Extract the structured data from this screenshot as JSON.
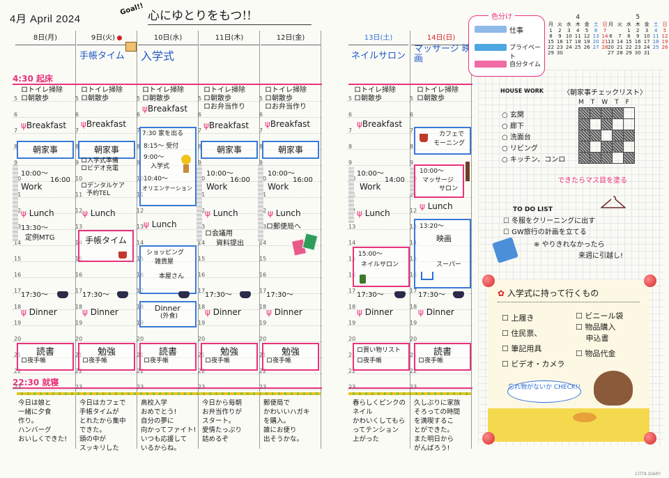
{
  "header": {
    "month": "4月 April 2024",
    "goal_tag": "Goal!!",
    "goal": "心にゆとりをもつ!!"
  },
  "days": [
    {
      "label": "8日(月)",
      "event": "",
      "cls": ""
    },
    {
      "label": "9日(火)",
      "event": "手帳タイム",
      "cls": ""
    },
    {
      "label": "10日(水)",
      "event": "入学式",
      "cls": ""
    },
    {
      "label": "11日(木)",
      "event": "",
      "cls": ""
    },
    {
      "label": "12日(金)",
      "event": "",
      "cls": ""
    },
    {
      "label": "13日(土)",
      "event": "ネイルサロン",
      "cls": "sat"
    },
    {
      "label": "14日(日)",
      "event": "マッサージ 映画",
      "cls": "sun"
    }
  ],
  "wake": "4:30 起床",
  "bed": "22:30 就寝",
  "hours": [
    "5",
    "6",
    "7",
    "8",
    "9",
    "10",
    "11",
    "12",
    "13",
    "14",
    "15",
    "16",
    "17",
    "18",
    "19",
    "20",
    "21",
    "22",
    "23"
  ],
  "color_key": {
    "title": "色分け",
    "items": [
      {
        "label": "仕事",
        "color": "#8fb9e8"
      },
      {
        "label": "プライベート",
        "color": "#4ea6e0"
      },
      {
        "label": "自分タイム",
        "color": "#f06ba6"
      }
    ]
  },
  "minical": {
    "apr": {
      "title": "4",
      "head": [
        "月",
        "火",
        "水",
        "木",
        "金",
        "土",
        "日"
      ],
      "rows": [
        [
          "1",
          "2",
          "3",
          "4",
          "5",
          "6",
          "7"
        ],
        [
          "8",
          "9",
          "10",
          "11",
          "12",
          "13",
          "14"
        ],
        [
          "15",
          "16",
          "17",
          "18",
          "19",
          "20",
          "21"
        ],
        [
          "22",
          "23",
          "24",
          "25",
          "26",
          "27",
          "28"
        ],
        [
          "29",
          "30",
          "",
          "",
          "",
          "",
          ""
        ]
      ]
    },
    "may": {
      "title": "5",
      "head": [
        "月",
        "火",
        "水",
        "木",
        "金",
        "土",
        "日"
      ],
      "rows": [
        [
          "",
          "",
          "1",
          "2",
          "3",
          "4",
          "5"
        ],
        [
          "6",
          "7",
          "8",
          "9",
          "10",
          "11",
          "12"
        ],
        [
          "13",
          "14",
          "15",
          "16",
          "17",
          "18",
          "19"
        ],
        [
          "20",
          "21",
          "22",
          "23",
          "24",
          "25",
          "26"
        ],
        [
          "27",
          "28",
          "29",
          "30",
          "31",
          "",
          ""
        ]
      ]
    }
  },
  "housework": {
    "tag": "HOUSE WORK",
    "title": "〈朝家事チェックリスト〉",
    "days": [
      "M",
      "T",
      "W",
      "T",
      "F"
    ],
    "items": [
      "玄関",
      "廊下",
      "洗面台",
      "リビング",
      "キッチン、コンロ"
    ],
    "note": "できたらマス目を塗る"
  },
  "todo": {
    "title": "TO DO LIST",
    "items": [
      "冬服をクリーニングに出す",
      "GW旅行の計画を立てる"
    ],
    "note1": "※ やりきれなかったら",
    "note2": "来週に引越し!"
  },
  "bring": {
    "title": "入学式に持って行くもの",
    "items": [
      "上履き",
      "ビニール袋",
      "住民票、",
      "物品購入",
      "申込書",
      "筆記用具",
      "物品代金",
      "ビデオ・カメラ"
    ],
    "speech": "忘れ物がないか CHECK!!"
  },
  "schedule": {
    "mon": {
      "a": "ロトイレ掃除",
      "b": "ロ朝散歩",
      "bf": "Breakfast",
      "kaji": "朝家事",
      "t1": "10:00〜",
      "t2": "16:00",
      "work": "Work",
      "lunch": "Lunch",
      "m1": "13:30〜",
      "m2": "定例MTG",
      "d1": "17:30〜",
      "dinner": "Dinner",
      "read": "読書",
      "note": "ロ夜手帳"
    },
    "tue": {
      "a": "ロトイレ掃除",
      "b": "ロ朝散歩",
      "bf": "Breakfast",
      "kaji": "朝家事",
      "c1": "ロ入学式準備",
      "c2": "ロビデオ充電",
      "c3": "ロデンタルケア",
      "c4": "予約TEL",
      "lunch": "Lunch",
      "techo": "手帳タイム",
      "d1": "17:30〜",
      "dinner": "Dinner",
      "study": "勉強",
      "note": "ロ夜手帳"
    },
    "wed": {
      "a": "ロトイレ掃除",
      "b": "ロ朝散歩",
      "bf": "Breakfast",
      "e1": "7:30 家を出る",
      "e2": "8:15〜 受付",
      "e3": "9:00〜",
      "e4": "入学式",
      "e5": "10:40〜",
      "e6": "オリエンテーション",
      "lunch": "Lunch",
      "s1": "ショッピング",
      "s2": "雑貨屋",
      "s3": "本屋さん",
      "dinner": "Dinner",
      "dinner2": "(外食)",
      "read": "読書",
      "note": "ロ夜手帳"
    },
    "thu": {
      "a": "ロトイレ掃除",
      "b": "ロ朝散歩",
      "c": "ロお弁当作り",
      "bf": "Breakfast",
      "kaji": "朝家事",
      "t1": "10:00〜",
      "t2": "16:00",
      "work": "Work",
      "lunch": "Lunch",
      "k1": "ロ会議用",
      "k2": "資料提出",
      "d1": "17:30〜",
      "dinner": "Dinner",
      "study": "勉強",
      "note": "ロ夜手帳"
    },
    "fri": {
      "a": "ロトイレ掃除",
      "b": "ロ朝散歩",
      "c": "ロお弁当作り",
      "bf": "Breakfast",
      "kaji": "朝家事",
      "t1": "10:00〜",
      "t2": "16:00",
      "work": "Work",
      "lunch": "Lunch",
      "p": "ロ郵便局へ",
      "d1": "17:30〜",
      "dinner": "Dinner",
      "study": "勉強",
      "note": "ロ夜手帳"
    },
    "sat": {
      "a": "ロトイレ掃除",
      "b": "ロ朝散歩",
      "bf": "Breakfast",
      "t1": "10:00〜",
      "t2": "14:00",
      "work": "Work",
      "lunch": "Lunch",
      "n1": "15:00〜",
      "n2": "ネイルサロン",
      "d1": "17:30〜",
      "dinner": "Dinner",
      "list": "ロ買い物リスト",
      "note": "ロ夜手帳"
    },
    "sun": {
      "a": "ロトイレ掃除",
      "b": "ロ朝散歩",
      "cafe1": "カフェで",
      "cafe2": "モーニング",
      "m1": "10:00〜",
      "m2": "マッサージ",
      "m3": "サロン",
      "lunch": "Lunch",
      "mv1": "13:20〜",
      "mv2": "映画",
      "super": "スーパー",
      "d1": "17:30〜",
      "dinner": "Dinner",
      "read": "読書",
      "note": "ロ夜手帳"
    }
  },
  "diary": [
    "今日は娘と\n一緒に夕食\n作り。\nハンバーグ\nおいしくできた!",
    "今日はカフェで\n手帳タイムが\nとれたから集中\nできた。\n頭の中が\nスッキリした",
    "高校入学\nおめでとう!\n自分の夢に\n向かってファイト!\nいつも応援して\nいるからね。",
    "今日から毎朝\nお弁当作りが\nスタート。\n愛情たっぷり\n詰めるぞ",
    "郵便局で\nかわいいハガキ\nを購入。\n誰にお便り\n出そうかな。",
    "春らしくピンクの\nネイル\nかわいくしてもら\nってテンション\n上がった",
    "久しぶりに家族\nそろっての時間\nを満喫するこ\nとができた。\nまた明日から\nがんばろう!"
  ],
  "footer": "CITTA DIARY"
}
